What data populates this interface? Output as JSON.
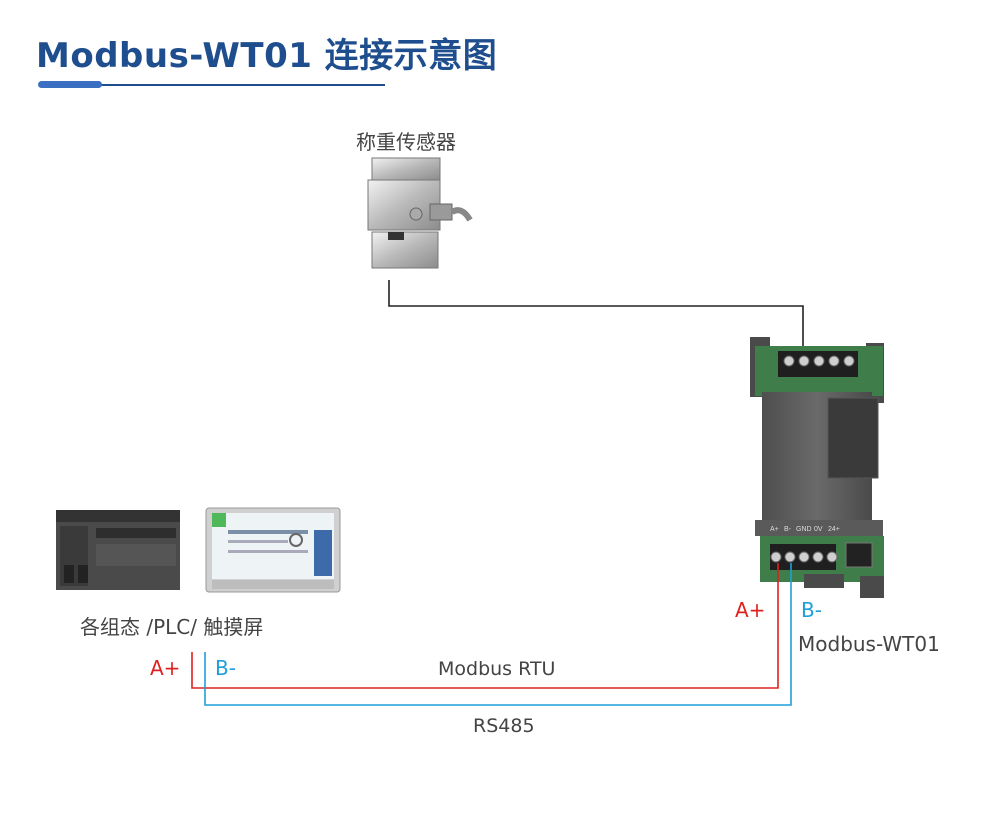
{
  "header": {
    "title": "Modbus-WT01 连接示意图"
  },
  "devices": {
    "sensor_label": "称重传感器",
    "module_label": "Modbus-WT01",
    "controller_label": "各组态 /PLC/ 触摸屏",
    "module_terminal_labels": [
      "A+",
      "B-",
      "GND",
      "0V",
      "24+"
    ]
  },
  "wiring": {
    "module_a_plus": "A+",
    "module_b_minus": "B-",
    "ctrl_a_plus": "A+",
    "ctrl_b_minus": "B-",
    "protocol_label": "Modbus RTU",
    "bus_label": "RS485"
  },
  "colors": {
    "title": "#1f4e8f",
    "a_plus_wire": "#e0201e",
    "b_minus_wire": "#1f9fd8",
    "sensor_wire": "#222222"
  }
}
